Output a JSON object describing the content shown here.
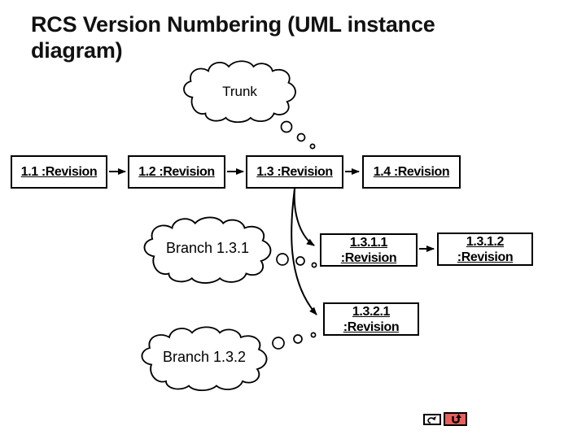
{
  "title": "RCS Version Numbering (UML instance diagram)",
  "trunk": {
    "label": "Trunk"
  },
  "branches": {
    "b131": {
      "label": "Branch 1.3.1"
    },
    "b132": {
      "label": "Branch 1.3.2"
    }
  },
  "revisions": {
    "r11": {
      "label": "1.1 :Revision"
    },
    "r12": {
      "label": "1.2 :Revision"
    },
    "r13": {
      "label": "1.3 :Revision"
    },
    "r14": {
      "label": "1.4 :Revision"
    },
    "r1311": {
      "line1": "1.3.1.1",
      "line2": ":Revision"
    },
    "r1312": {
      "line1": "1.3.1.2",
      "line2": ":Revision"
    },
    "r1321": {
      "line1": "1.3.2.1",
      "line2": ":Revision"
    }
  },
  "nav": {
    "back_icon": "curved-arrow-icon",
    "return_icon": "u-turn-arrow-icon"
  },
  "colors": {
    "ink": "#000000",
    "background": "#ffffff",
    "nav_button_red": "#e8605a"
  }
}
